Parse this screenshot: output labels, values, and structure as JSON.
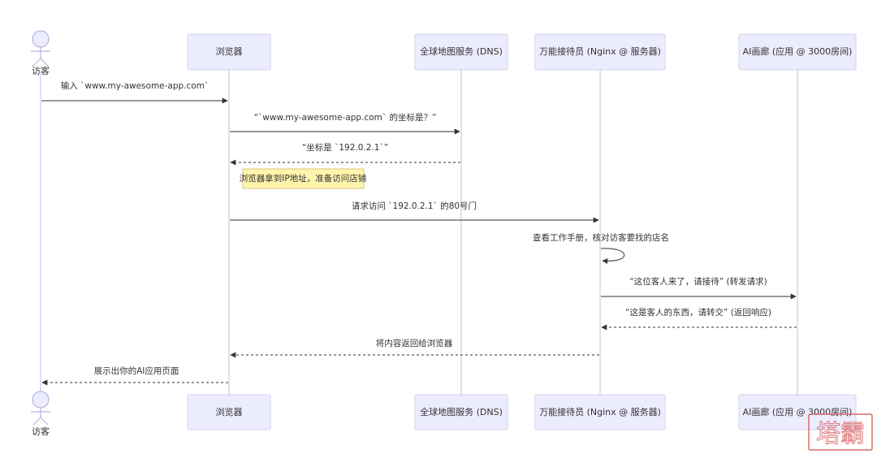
{
  "participants": {
    "visitor": "访客",
    "browser": "浏览器",
    "dns": "全球地图服务 (DNS)",
    "nginx": "万能接待员 (Nginx @ 服务器)",
    "app": "AI画廊 (应用 @ 3000房间)"
  },
  "messages": [
    "输入 `www.my-awesome-app.com`",
    "“`www.my-awesome-app.com` 的坐标是？”",
    "“坐标是 `192.0.2.1`”",
    "请求访问 `192.0.2.1` 的80号门",
    "查看工作手册，核对访客要找的店名",
    "“这位客人来了，请接待” (转发请求)",
    "“这是客人的东西，请转交” (返回响应)",
    "将内容返回给浏览器",
    "展示出你的AI应用页面"
  ],
  "note": "浏览器拿到IP地址，准备访问店铺",
  "watermark": "塔霸",
  "colors": {
    "participant_fill": "#ECECFF",
    "note_fill": "#fff5ad",
    "line": "#333333"
  }
}
